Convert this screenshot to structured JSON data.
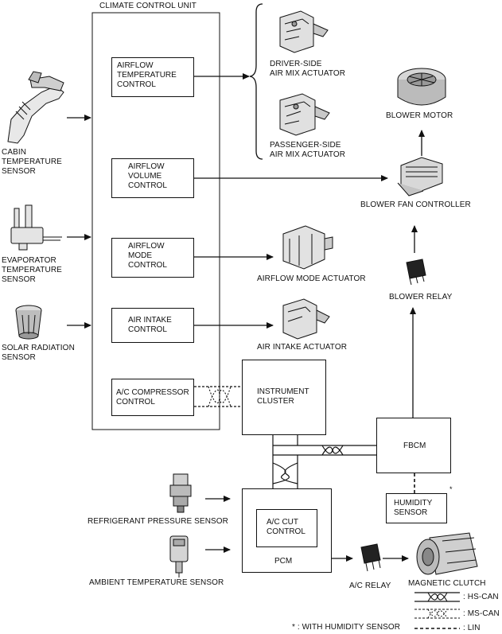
{
  "ccu": {
    "title": "CLIMATE CONTROL UNIT",
    "blocks": {
      "airflow_temp": "AIRFLOW\nTEMPERATURE\nCONTROL",
      "airflow_volume": "AIRFLOW\nVOLUME\nCONTROL",
      "airflow_mode": "AIRFLOW\nMODE\nCONTROL",
      "air_intake": "AIR INTAKE\nCONTROL",
      "ac_compressor": "A/C COMPRESSOR\nCONTROL"
    }
  },
  "sensors": {
    "cabin_temp": "CABIN\nTEMPERATURE\nSENSOR",
    "evaporator_temp": "EVAPORATOR\nTEMPERATURE\nSENSOR",
    "solar_radiation": "SOLAR RADIATION\nSENSOR",
    "refrigerant_pressure": "REFRIGERANT PRESSURE SENSOR",
    "ambient_temp": "AMBIENT TEMPERATURE SENSOR",
    "humidity": "HUMIDITY\nSENSOR"
  },
  "actuators": {
    "driver_air_mix": "DRIVER-SIDE\nAIR MIX ACTUATOR",
    "passenger_air_mix": "PASSENGER-SIDE\nAIR MIX ACTUATOR",
    "airflow_mode": "AIRFLOW MODE ACTUATOR",
    "air_intake": "AIR INTAKE ACTUATOR",
    "blower_motor": "BLOWER MOTOR",
    "blower_fan_controller": "BLOWER FAN CONTROLLER",
    "blower_relay": "BLOWER RELAY",
    "ac_relay": "A/C RELAY",
    "magnetic_clutch": "MAGNETIC CLUTCH"
  },
  "modules": {
    "instrument_cluster": "INSTRUMENT\nCLUSTER",
    "fbcm": "FBCM",
    "pcm": "PCM",
    "ac_cut": "A/C CUT\nCONTROL"
  },
  "legend": {
    "hs_can": ": HS-CAN",
    "ms_can": ": MS-CAN",
    "lin": ": LIN"
  },
  "footnote": "* : WITH HUMIDITY SENSOR",
  "humidity_mark": "*"
}
